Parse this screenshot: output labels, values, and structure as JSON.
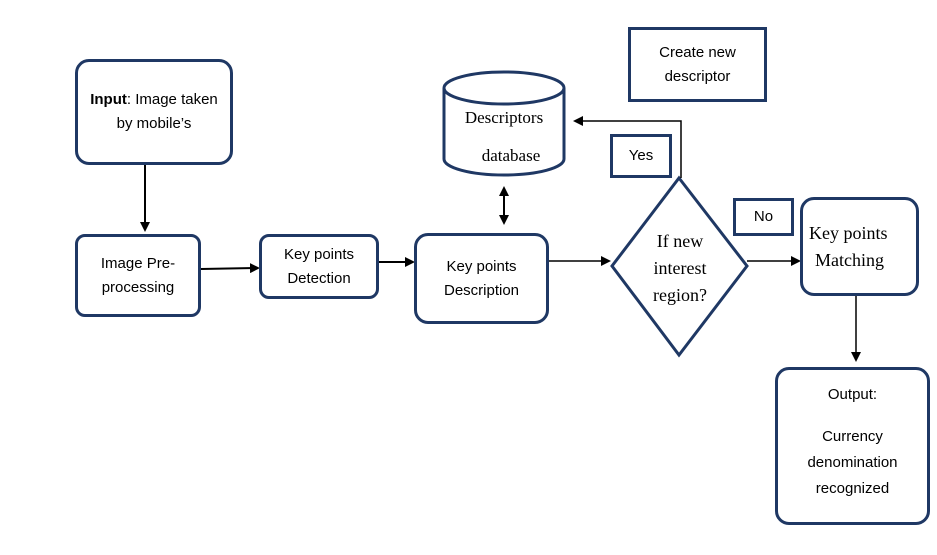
{
  "nodes": {
    "input": {
      "bold": "Input",
      "text": ": Image taken   by mobile’s"
    },
    "preprocess": {
      "line1": "Image Pre-",
      "line2": "processing"
    },
    "detection": {
      "line1": "Key points",
      "line2": "Detection"
    },
    "description": {
      "line1": "Key points",
      "line2": "Description"
    },
    "database": {
      "line1": "Descriptors",
      "line2": "database"
    },
    "decision": {
      "line1": "If new",
      "line2": "interest",
      "line3": "region?"
    },
    "create": {
      "line1": "Create new",
      "line2": "descriptor"
    },
    "matching": {
      "line1": "Key points",
      "line2": "Matching"
    },
    "output": {
      "title": "Output:",
      "line1": "Currency",
      "line2": "denomination",
      "line3": "recognized"
    }
  },
  "labels": {
    "yes": "Yes",
    "no": "No"
  },
  "colors": {
    "border": "#1f3864",
    "arrow": "#000000"
  }
}
